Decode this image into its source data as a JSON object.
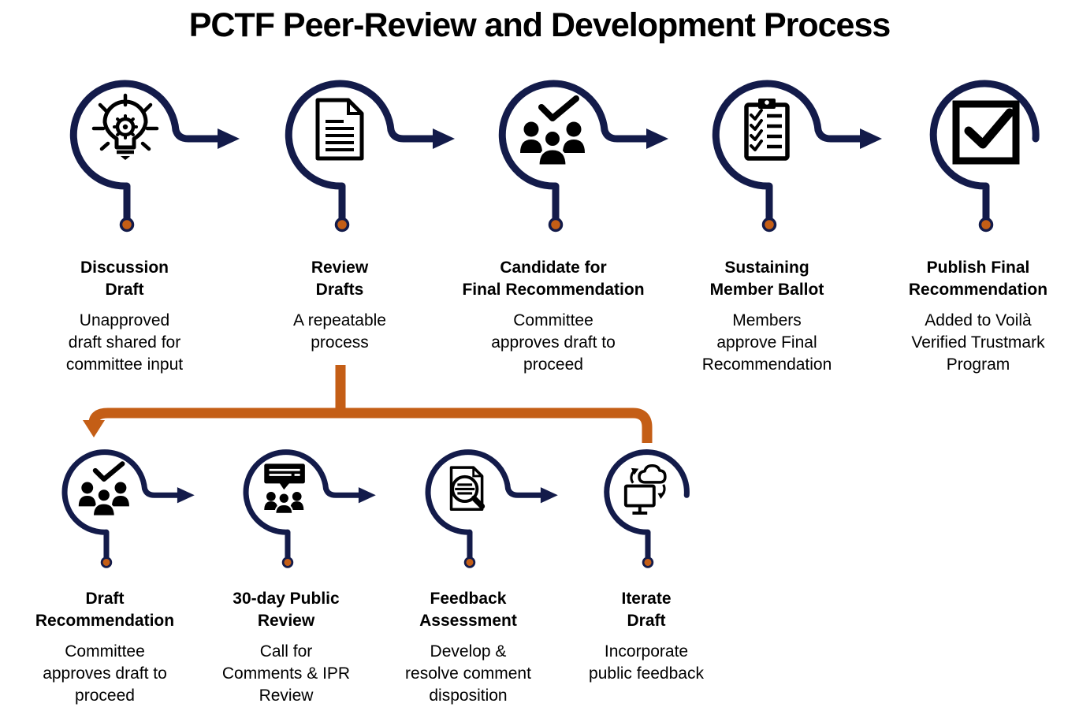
{
  "title": "PCTF Peer-Review and Development Process",
  "colors": {
    "navy": "#131B4A",
    "orange": "#C45E16",
    "icon_black": "#000000",
    "background": "#FFFFFF"
  },
  "top_row": [
    {
      "icon": "idea-lightbulb-icon",
      "heading_lines": [
        "Discussion",
        "Draft"
      ],
      "desc_lines": [
        "Unapproved",
        "draft shared for",
        "committee input"
      ]
    },
    {
      "icon": "document-icon",
      "heading_lines": [
        "Review",
        "Drafts"
      ],
      "desc_lines": [
        "A repeatable",
        "process"
      ]
    },
    {
      "icon": "group-approval-icon",
      "heading_lines": [
        "Candidate for",
        "Final Recommendation"
      ],
      "desc_lines": [
        "Committee",
        "approves draft to",
        "proceed"
      ]
    },
    {
      "icon": "ballot-checklist-icon",
      "heading_lines": [
        "Sustaining",
        "Member Ballot"
      ],
      "desc_lines": [
        "Members",
        "approve Final",
        "Recommendation"
      ]
    },
    {
      "icon": "checkbox-icon",
      "heading_lines": [
        "Publish Final",
        "Recommendation"
      ],
      "desc_lines": [
        "Added to Voilà",
        "Verified Trustmark",
        "Program"
      ]
    }
  ],
  "bottom_row": [
    {
      "icon": "group-approval-icon",
      "heading_lines": [
        "Draft",
        "Recommendation"
      ],
      "desc_lines": [
        "Committee",
        "approves draft to",
        "proceed"
      ]
    },
    {
      "icon": "public-comments-icon",
      "heading_lines": [
        "30-day Public",
        "Review"
      ],
      "desc_lines": [
        "Call for",
        "Comments & IPR",
        "Review"
      ]
    },
    {
      "icon": "feedback-magnifier-icon",
      "heading_lines": [
        "Feedback",
        "Assessment"
      ],
      "desc_lines": [
        "Develop &",
        "resolve comment",
        "disposition"
      ]
    },
    {
      "icon": "cloud-sync-icon",
      "heading_lines": [
        "Iterate",
        "Draft"
      ],
      "desc_lines": [
        "Incorporate",
        "public feedback"
      ]
    }
  ]
}
